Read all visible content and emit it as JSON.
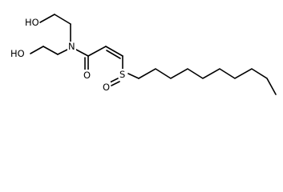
{
  "molecule": {
    "atoms": {
      "ho_upper": "HO",
      "ho_lower": "HO",
      "nitrogen": "N",
      "carbonyl_oxygen": "O",
      "sulfur": "S",
      "sulfoxide_oxygen": "O"
    },
    "colors": {
      "bond": "#000000",
      "label": "#000000",
      "background": "#ffffff"
    }
  }
}
